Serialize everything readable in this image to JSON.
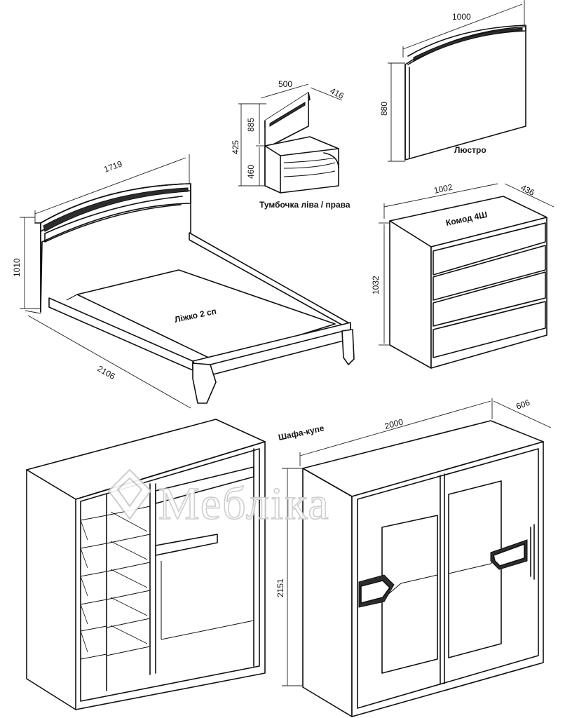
{
  "watermark": {
    "brand": "Мебліка"
  },
  "items": {
    "bed": {
      "label": "Ліжко 2 сп",
      "width": "1719",
      "height": "1010",
      "length": "2106"
    },
    "nightstand": {
      "label": "Тумбочка ліва / права",
      "width": "500",
      "depth": "416",
      "total_height": "885",
      "upper_height": "425",
      "lower_height": "460"
    },
    "mirror": {
      "label": "Люстро",
      "width": "1000",
      "height": "880"
    },
    "dresser": {
      "label": "Комод 4Ш",
      "width": "1002",
      "depth": "436",
      "height": "1032"
    },
    "wardrobe": {
      "label": "Шафа-купе",
      "width": "2000",
      "depth": "606",
      "height": "2151"
    }
  }
}
